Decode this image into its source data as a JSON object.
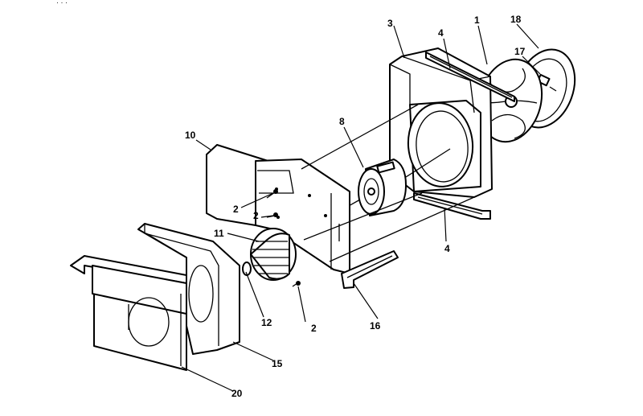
{
  "diagram": {
    "header_text": "· · ·",
    "labels": {
      "l1": "1",
      "l3": "3",
      "l4a": "4",
      "l4b": "4",
      "l8": "8",
      "l10": "10",
      "l2a": "2",
      "l2b": "2",
      "l2c": "2",
      "l11": "11",
      "l12": "12",
      "l15": "15",
      "l16": "16",
      "l17": "17",
      "l18": "18",
      "l20": "20"
    }
  }
}
